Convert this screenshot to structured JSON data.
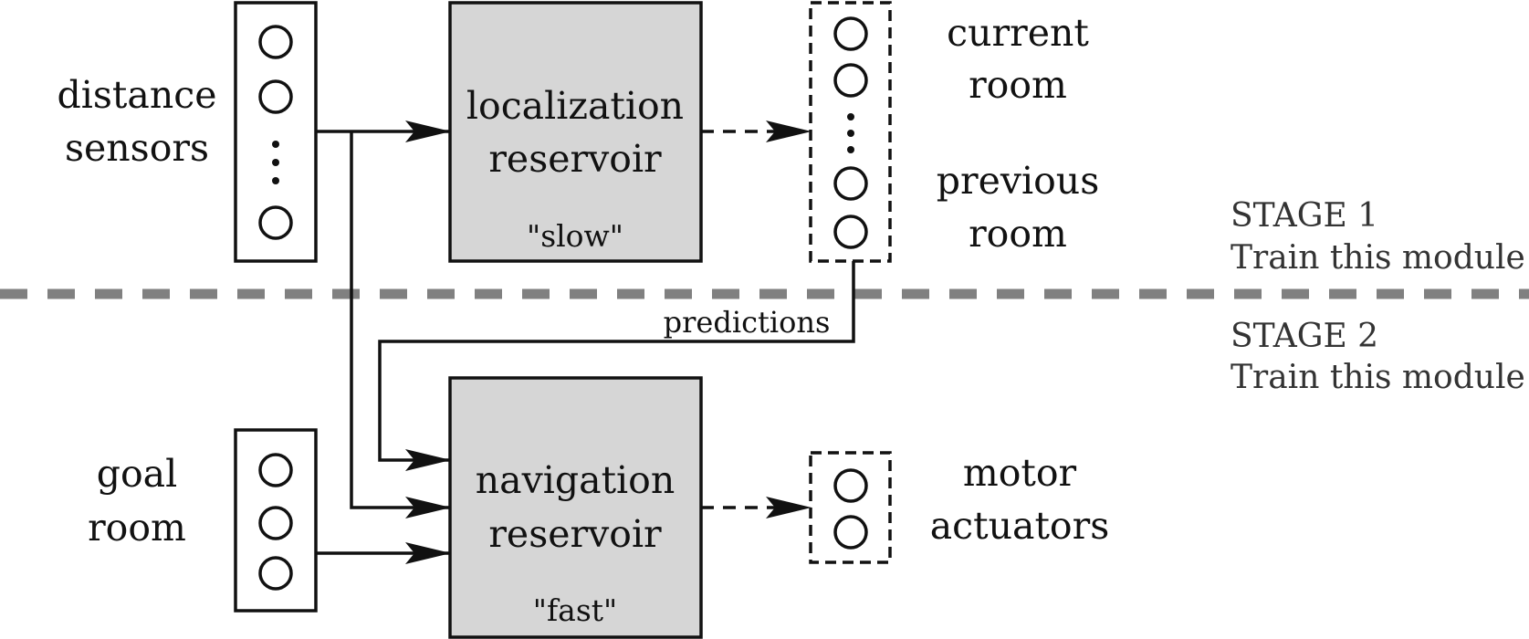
{
  "inputs": {
    "distance_sensors": {
      "line1": "distance",
      "line2": "sensors"
    },
    "goal_room": {
      "line1": "goal",
      "line2": "room"
    }
  },
  "reservoirs": {
    "localization": {
      "line1": "localization",
      "line2": "reservoir",
      "speed": "\"slow\"",
      "fill_color": "#d6d6d6"
    },
    "navigation": {
      "line1": "navigation",
      "line2": "reservoir",
      "speed": "\"fast\"",
      "fill_color": "#d6d6d6"
    }
  },
  "outputs": {
    "current_room": {
      "line1": "current",
      "line2": "room"
    },
    "previous_room": {
      "line1": "previous",
      "line2": "room"
    },
    "motor_actuators": {
      "line1": "motor",
      "line2": "actuators"
    }
  },
  "connections": {
    "predictions_label": "predictions"
  },
  "stages": {
    "stage1": {
      "title": "STAGE 1",
      "subtitle": "Train this module"
    },
    "stage2": {
      "title": "STAGE 2",
      "subtitle": "Train this module"
    },
    "divider_color": "#808080"
  }
}
